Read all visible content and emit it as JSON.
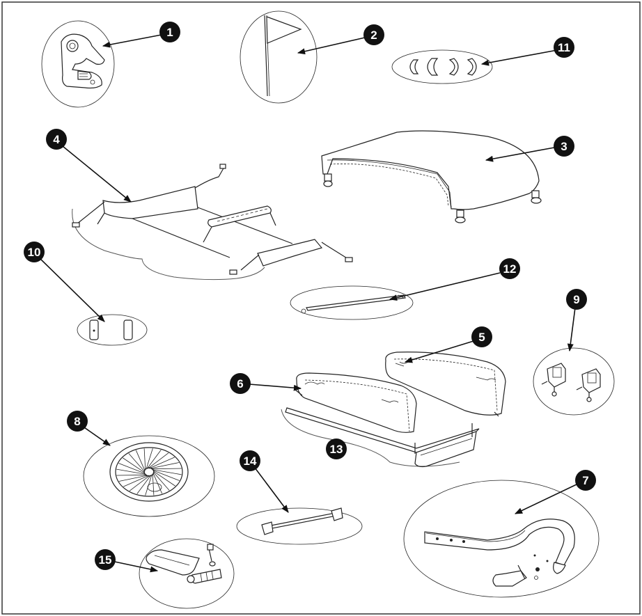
{
  "callouts": [
    {
      "id": "callout-1",
      "label": "1"
    },
    {
      "id": "callout-2",
      "label": "2"
    },
    {
      "id": "callout-3",
      "label": "3"
    },
    {
      "id": "callout-4",
      "label": "4"
    },
    {
      "id": "callout-5",
      "label": "5"
    },
    {
      "id": "callout-6",
      "label": "6"
    },
    {
      "id": "callout-7",
      "label": "7"
    },
    {
      "id": "callout-8",
      "label": "8"
    },
    {
      "id": "callout-9",
      "label": "9"
    },
    {
      "id": "callout-10",
      "label": "10"
    },
    {
      "id": "callout-11",
      "label": "11"
    },
    {
      "id": "callout-12",
      "label": "12"
    },
    {
      "id": "callout-13",
      "label": "13"
    },
    {
      "id": "callout-14",
      "label": "14"
    },
    {
      "id": "callout-15",
      "label": "15"
    }
  ],
  "colors": {
    "callout_fill": "#111111",
    "callout_text": "#ffffff",
    "line": "#222222",
    "background": "#ffffff"
  }
}
